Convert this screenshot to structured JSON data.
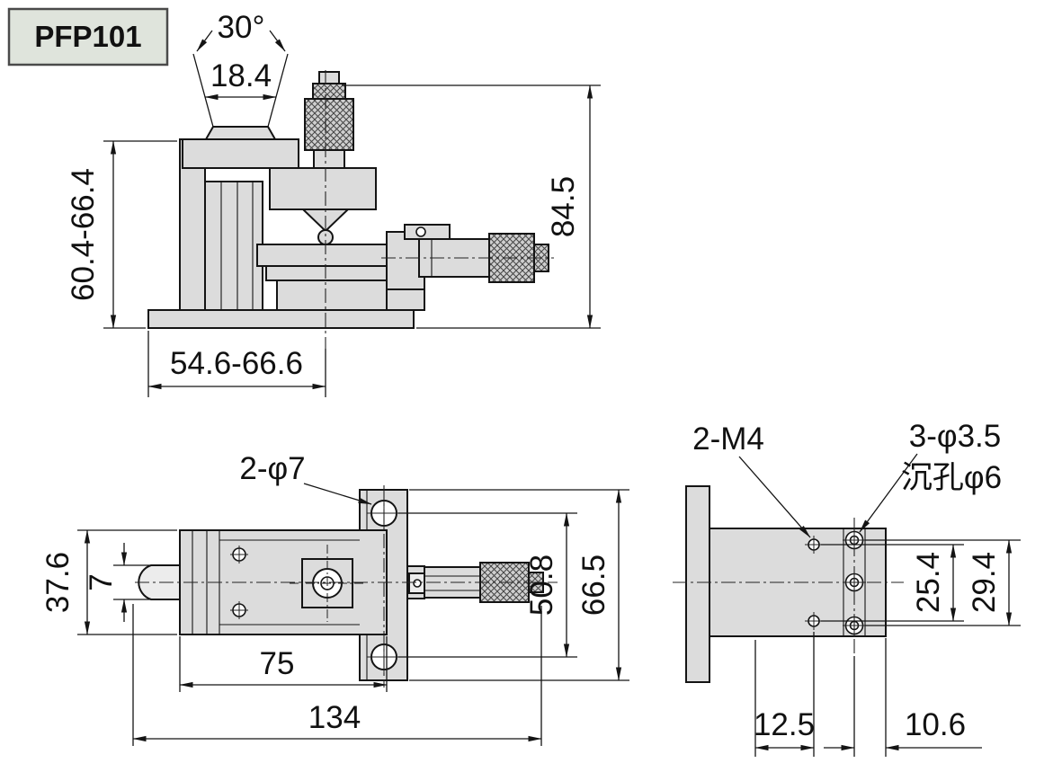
{
  "part_label": "PFP101",
  "side_view": {
    "angle": "30°",
    "dovetail_width": "18.4",
    "height_range": "60.4-66.4",
    "total_height": "84.5",
    "base_width_range": "54.6-66.6"
  },
  "top_view": {
    "mount_holes": "2-φ7",
    "body_width": "37.6",
    "tongue_width": "7",
    "hole_pitch": "50.8",
    "plate_length": "66.5",
    "body_length": "75",
    "total_length": "134"
  },
  "end_view": {
    "tapped_holes": "2-M4",
    "through_holes": "3-φ3.5",
    "counterbore": "沉孔φ6",
    "hole_pitch_inner": "25.4",
    "hole_pitch_outer": "29.4",
    "offset_left": "12.5",
    "offset_right": "10.6"
  }
}
